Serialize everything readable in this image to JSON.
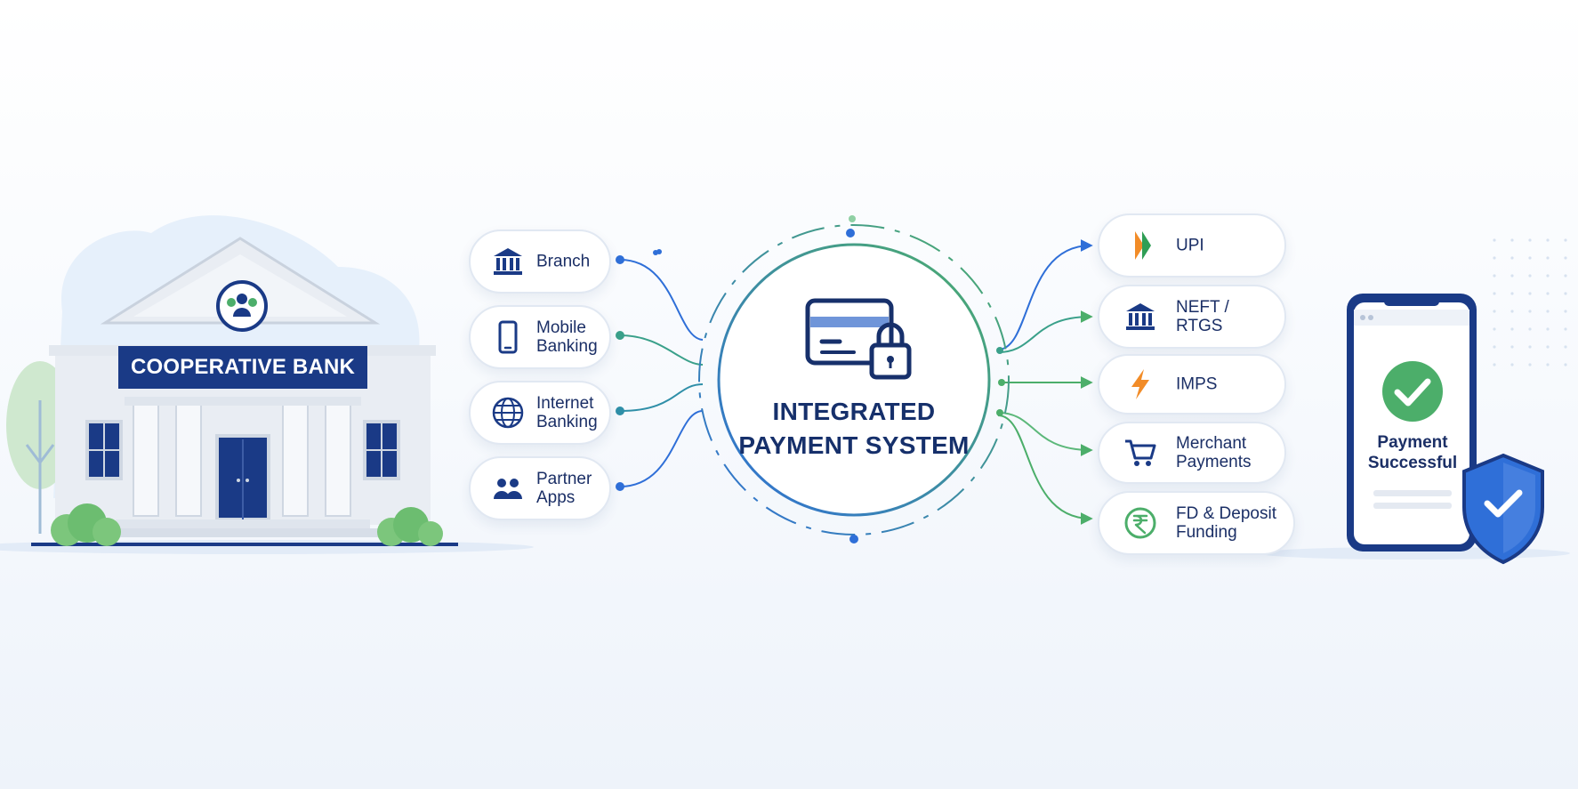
{
  "bank": {
    "sign": "COOPERATIVE BANK"
  },
  "hub": {
    "title": "INTEGRATED\nPAYMENT SYSTEM"
  },
  "channels": [
    {
      "label": "Branch",
      "icon": "bank-icon"
    },
    {
      "label": "Mobile\nBanking",
      "icon": "mobile-phone-icon"
    },
    {
      "label": "Internet\nBanking",
      "icon": "globe-icon"
    },
    {
      "label": "Partner\nApps",
      "icon": "people-icon"
    }
  ],
  "payment_methods": [
    {
      "label": "UPI",
      "icon": "upi-logo-icon"
    },
    {
      "label": "NEFT / RTGS",
      "icon": "bank-icon"
    },
    {
      "label": "IMPS",
      "icon": "lightning-icon"
    },
    {
      "label": "Merchant\nPayments",
      "icon": "shopping-cart-icon"
    },
    {
      "label": "FD & Deposit\nFunding",
      "icon": "rupee-coin-icon"
    }
  ],
  "result": {
    "text": "Payment\nSuccessful",
    "icon": "check-circle-icon",
    "badge": "shield-check-icon"
  },
  "colors": {
    "navy": "#1a3a86",
    "blue": "#2f6fd8",
    "green": "#4cae6a",
    "text": "#1b2f66",
    "pill_border": "#e1e8f2"
  }
}
